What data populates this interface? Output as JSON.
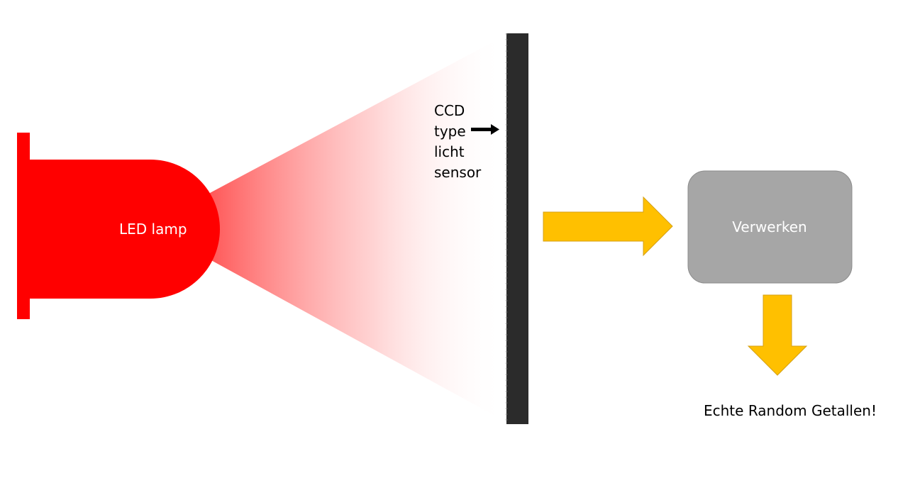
{
  "led": {
    "label": "LED lamp",
    "color": "#ff0000"
  },
  "sensor": {
    "label_lines": [
      "CCD",
      "type",
      "licht",
      "sensor"
    ],
    "color": "#2b2b2b"
  },
  "process": {
    "label": "Verwerken",
    "color": "#a6a6a6"
  },
  "output": {
    "label": "Echte Random Getallen!"
  },
  "arrows": {
    "color": "#ffc000",
    "outline": "#d4a017"
  }
}
